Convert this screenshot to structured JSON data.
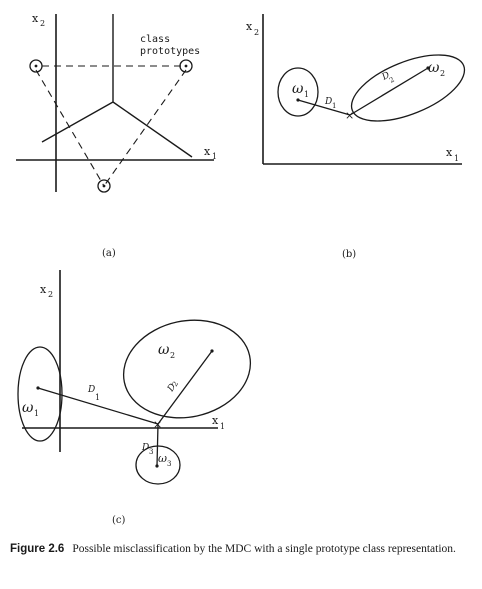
{
  "panels": {
    "a": {
      "label": "(a)",
      "x_axis": "x",
      "x_sub": "1",
      "y_axis": "x",
      "y_sub": "2",
      "annotation_line1": "class",
      "annotation_line2": "prototypes"
    },
    "b": {
      "label": "(b)",
      "x_axis": "x",
      "x_sub": "1",
      "y_axis": "x",
      "y_sub": "2",
      "class1": "ω",
      "class1_sub": "1",
      "class2": "ω",
      "class2_sub": "2",
      "dist1": "D",
      "dist1_sub": "1",
      "dist2": "D",
      "dist2_sub": "2",
      "cross": "×"
    },
    "c": {
      "label": "(c)",
      "x_axis": "x",
      "x_sub": "1",
      "y_axis": "x",
      "y_sub": "2",
      "class1": "ω",
      "class1_sub": "1",
      "class2": "ω",
      "class2_sub": "2",
      "class3": "ω",
      "class3_sub": "3",
      "dist1": "D",
      "dist1_sub": "1",
      "dist2": "D",
      "dist2_sub": "2",
      "dist3": "D",
      "dist3_sub": "3",
      "cross": "×"
    }
  },
  "caption": {
    "label": "Figure 2.6",
    "text": "Possible misclassification by the MDC with a single prototype class representation."
  }
}
